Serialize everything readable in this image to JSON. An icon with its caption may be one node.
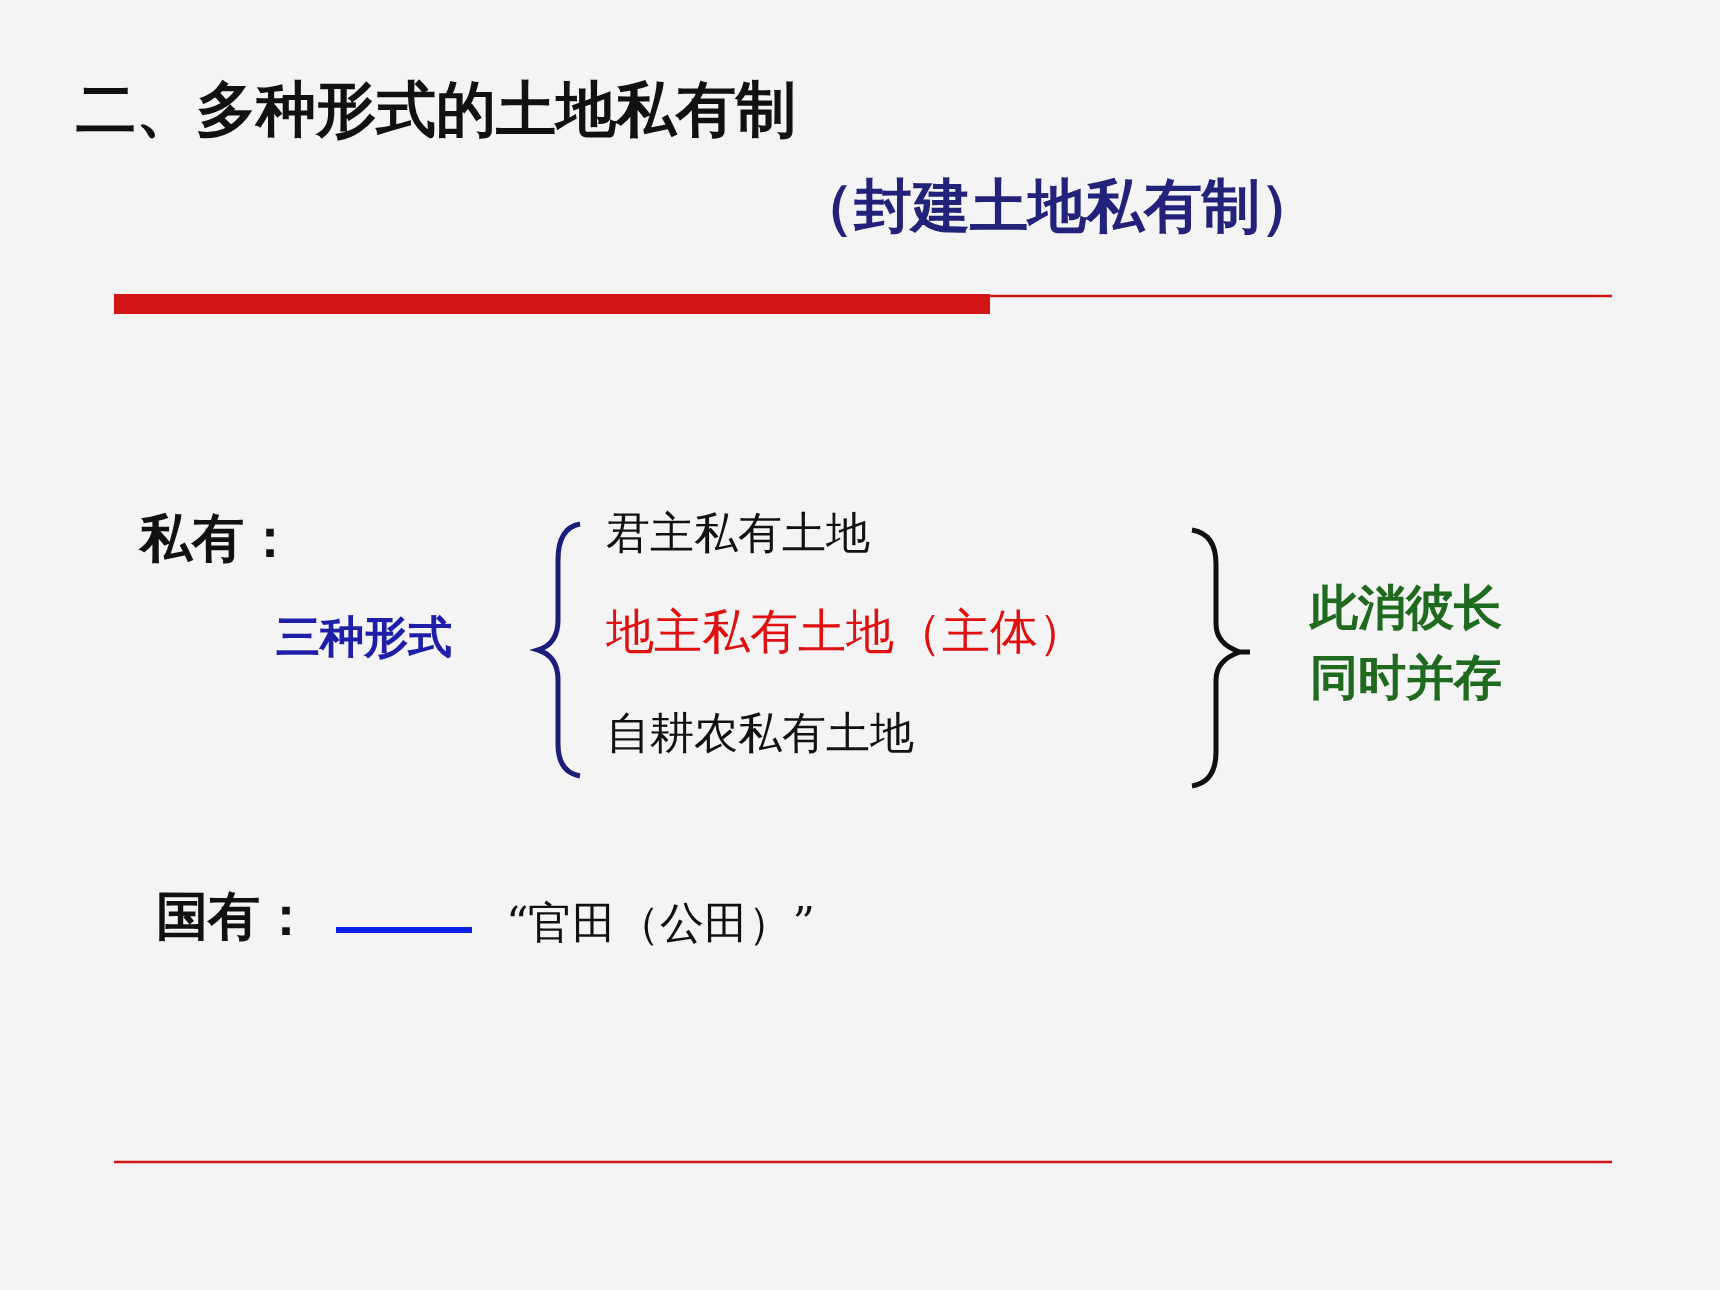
{
  "diagram": {
    "title": "二、多种形式的土地私有制",
    "labels": [
      "（封建土地私有制）",
      "私有：",
      "三种形式",
      "君主私有土地",
      "地主私有土地（主体）",
      "自耕农私有土地",
      "此消彼长同时并存",
      "国有：",
      "“官田（公田）”"
    ]
  }
}
